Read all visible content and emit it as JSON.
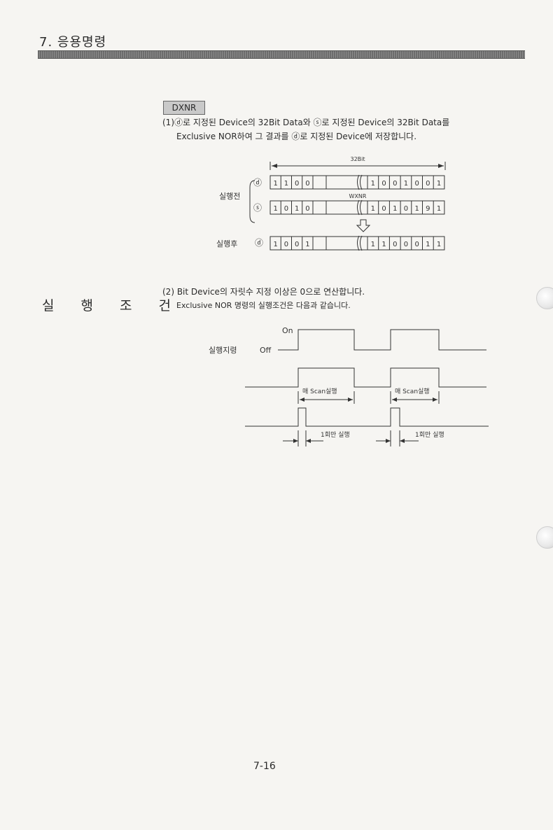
{
  "header": {
    "title": "7. 응용명령"
  },
  "instruction": {
    "tag": "DXNR",
    "desc_line1": "(1)ⓓ로 지정된 Device의 32Bit Data와 ⓢ로 지정된 Device의 32Bit Data를",
    "desc_line2": "Exclusive NOR하여 그 결과를 ⓓ로 지정된 Device에 저장합니다."
  },
  "bit_diagram": {
    "width_label": "32Bit",
    "before_label": "실행전",
    "after_label": "실행후",
    "op_label": "WXNR",
    "rows": [
      {
        "marker": "ⓓ",
        "left_bits": [
          "1",
          "1",
          "0",
          "0"
        ],
        "right_bits": [
          "1",
          "0",
          "0",
          "1",
          "0",
          "0",
          "1"
        ]
      },
      {
        "marker": "ⓢ",
        "left_bits": [
          "1",
          "0",
          "1",
          "0"
        ],
        "right_bits": [
          "1",
          "0",
          "1",
          "0",
          "1",
          "9",
          "1"
        ]
      },
      {
        "marker": "ⓓ",
        "left_bits": [
          "1",
          "0",
          "0",
          "1"
        ],
        "right_bits": [
          "1",
          "1",
          "0",
          "0",
          "0",
          "1",
          "1"
        ]
      }
    ]
  },
  "conditions": {
    "heading": "실 행 조 건",
    "line1": "(2) Bit Device의 자릿수 지정 이상은 0으로 연산합니다.",
    "line2": "Exclusive NOR 명령의 실행조건은 다음과 같습니다."
  },
  "timing": {
    "cmd_label": "실행지령",
    "on_label": "On",
    "off_label": "Off",
    "scan_label": "매 Scan실행",
    "once_label": "1회만 실행"
  },
  "page_number": "7-16"
}
